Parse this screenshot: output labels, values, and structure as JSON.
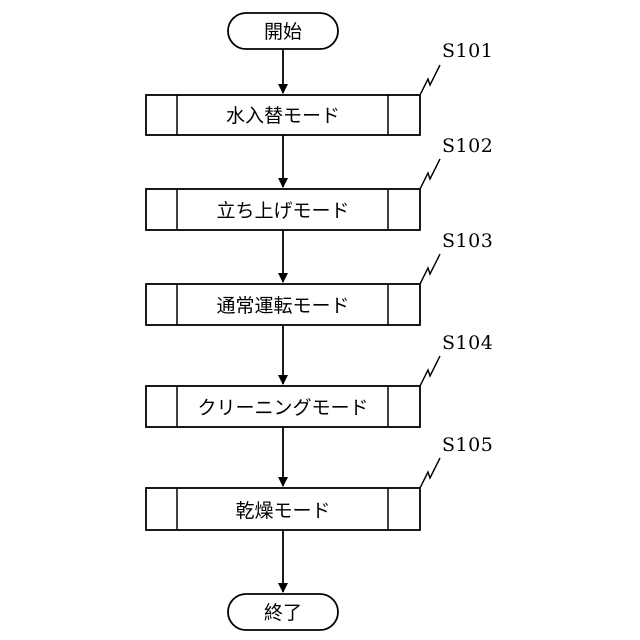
{
  "flowchart": {
    "start": "開始",
    "end": "終了",
    "steps": [
      {
        "id": "S101",
        "label": "水入替モード"
      },
      {
        "id": "S102",
        "label": "立ち上げモード"
      },
      {
        "id": "S103",
        "label": "通常運転モード"
      },
      {
        "id": "S104",
        "label": "クリーニングモード"
      },
      {
        "id": "S105",
        "label": "乾燥モード"
      }
    ]
  }
}
